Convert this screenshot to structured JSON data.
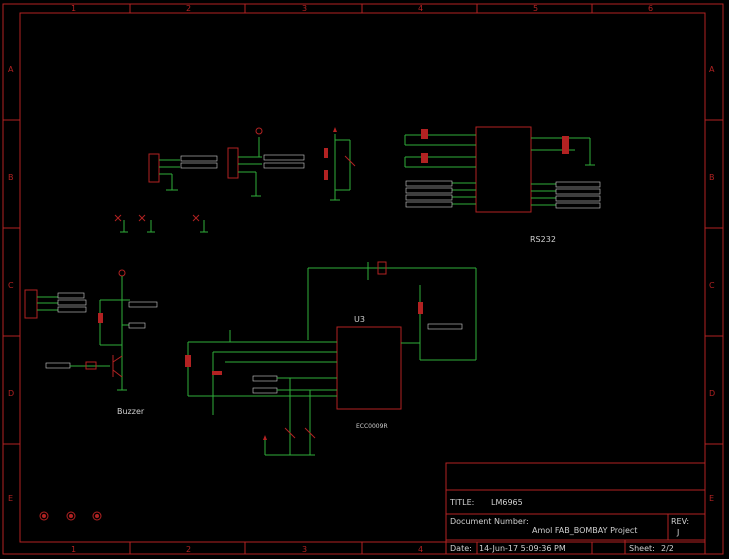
{
  "frame": {
    "columns": [
      "1",
      "2",
      "3",
      "4",
      "5",
      "6"
    ],
    "rows": [
      "A",
      "B",
      "C",
      "D",
      "E"
    ]
  },
  "title_block": {
    "title_label": "TITLE:",
    "title_value": "LM6965",
    "docnum_label": "Document Number:",
    "docnum_value": "Amol FAB_BOMBAY Project",
    "rev_label": "REV:",
    "rev_value": "J",
    "date_label": "Date:",
    "date_value": "14-Jun-17 5:09:36 PM",
    "sheet_label": "Sheet:",
    "sheet_value": "2/2"
  },
  "labels": {
    "rs232": "RS232",
    "u3": "U3",
    "buzzer": "Buzzer",
    "mcu_part": "ECC0009R"
  },
  "colors": {
    "frame": "#b22222",
    "wire": "#2fae3a",
    "text": "#d0d0d0",
    "background": "#000000"
  }
}
